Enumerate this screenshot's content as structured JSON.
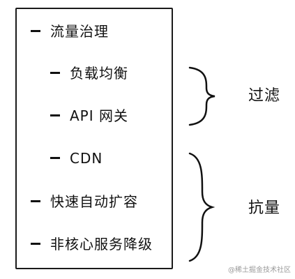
{
  "items": [
    {
      "text": "流量治理",
      "level": 1
    },
    {
      "text": "负载均衡",
      "level": 2
    },
    {
      "text": "API 网关",
      "level": 2
    },
    {
      "text": "CDN",
      "level": 2
    },
    {
      "text": "快速自动扩容",
      "level": 1
    },
    {
      "text": "非核心服务降级",
      "level": 1
    }
  ],
  "groups": {
    "filter": "过滤",
    "resist": "抗量"
  },
  "watermark": "@稀土掘金技术社区",
  "colors": {
    "ink": "#111111",
    "watermark": "#9a9a9a"
  }
}
